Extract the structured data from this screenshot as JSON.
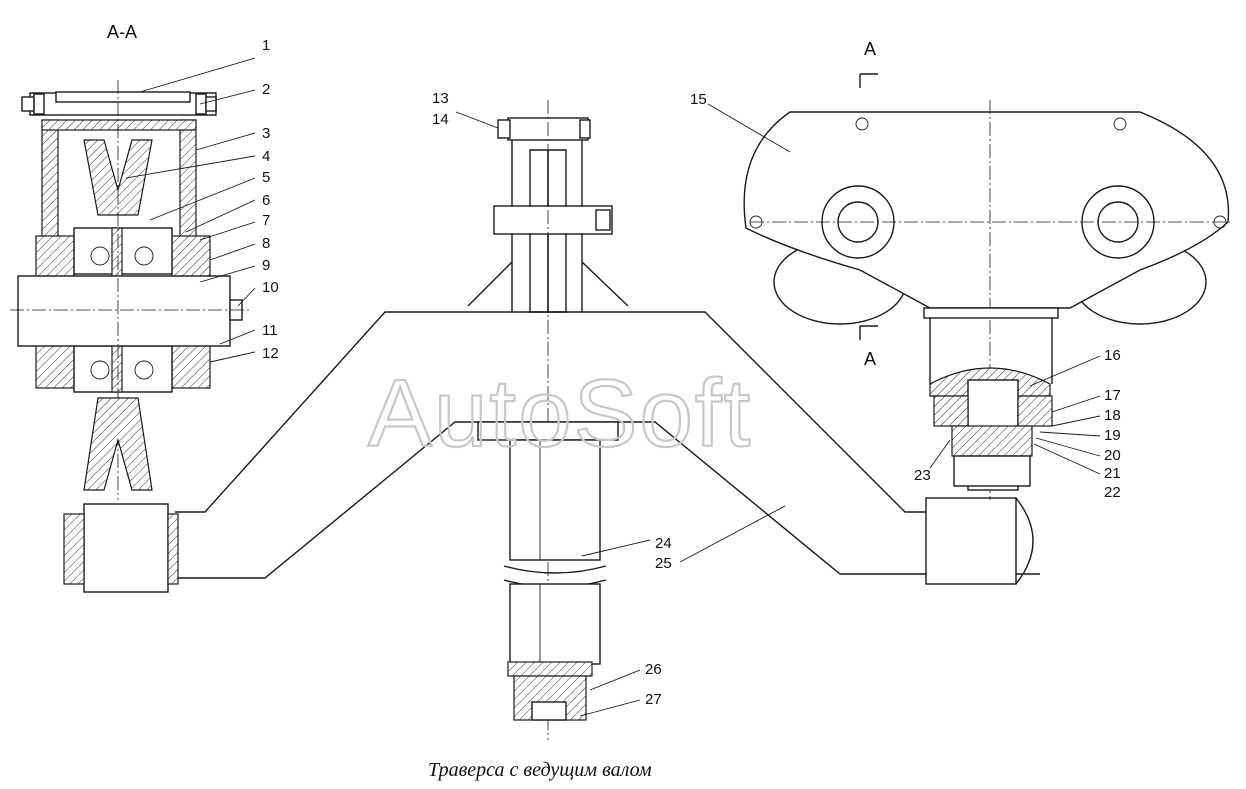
{
  "caption": "Траверса с ведущим валом",
  "watermark": "AutoSoft",
  "section_view_label": "А-А",
  "section_marks": {
    "top": "А",
    "bottom": "А"
  },
  "callouts": {
    "left": [
      "1",
      "2",
      "3",
      "4",
      "5",
      "6",
      "7",
      "8",
      "9",
      "10",
      "11",
      "12"
    ],
    "top_center": [
      "13",
      "14"
    ],
    "housing": "15",
    "right": [
      "16",
      "17",
      "18",
      "19",
      "20",
      "21",
      "22"
    ],
    "right_inner": "23",
    "shaft": [
      "24",
      "25"
    ],
    "bottom": [
      "26",
      "27"
    ]
  },
  "colors": {
    "ink": "#1a1a1a",
    "watermark": "#c8c8c8",
    "background": "#ffffff"
  }
}
